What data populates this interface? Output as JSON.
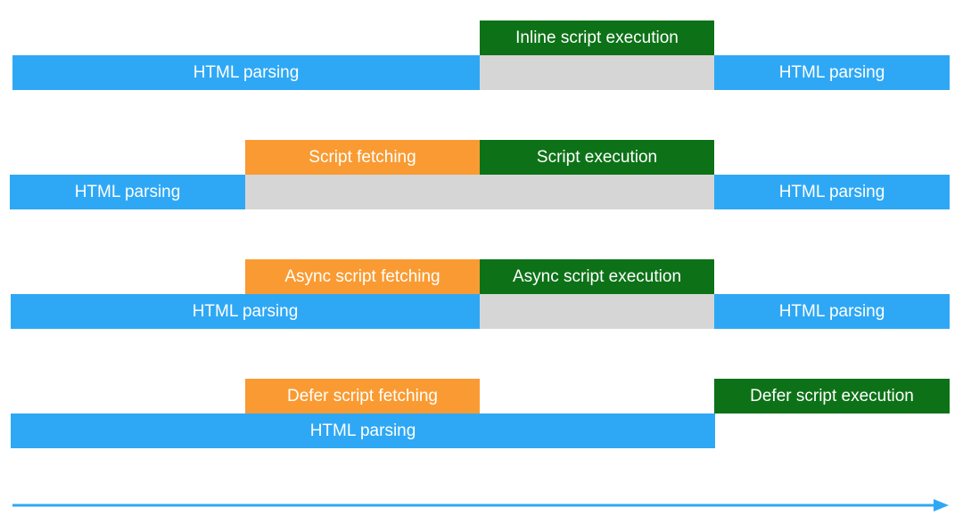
{
  "rows": [
    {
      "name": "inline",
      "top_bars": [
        {
          "label": "Inline script execution",
          "kind": "exec"
        }
      ],
      "bottom_bars": [
        {
          "label": "HTML parsing",
          "kind": "parse"
        },
        {
          "label": "",
          "kind": "wait"
        },
        {
          "label": "HTML parsing",
          "kind": "parse"
        }
      ]
    },
    {
      "name": "blocking",
      "top_bars": [
        {
          "label": "Script fetching",
          "kind": "fetch"
        },
        {
          "label": "Script execution",
          "kind": "exec"
        }
      ],
      "bottom_bars": [
        {
          "label": "HTML parsing",
          "kind": "parse"
        },
        {
          "label": "",
          "kind": "wait"
        },
        {
          "label": "HTML parsing",
          "kind": "parse"
        }
      ]
    },
    {
      "name": "async",
      "top_bars": [
        {
          "label": "Async script fetching",
          "kind": "fetch"
        },
        {
          "label": "Async script execution",
          "kind": "exec"
        }
      ],
      "bottom_bars": [
        {
          "label": "HTML parsing",
          "kind": "parse"
        },
        {
          "label": "",
          "kind": "wait"
        },
        {
          "label": "HTML parsing",
          "kind": "parse"
        }
      ]
    },
    {
      "name": "defer",
      "top_bars": [
        {
          "label": "Defer script fetching",
          "kind": "fetch"
        },
        {
          "label": "Defer script execution",
          "kind": "exec"
        }
      ],
      "bottom_bars": [
        {
          "label": "HTML parsing",
          "kind": "parse"
        }
      ]
    }
  ],
  "colors": {
    "parsing": "#2ea8f5",
    "fetching": "#f99b32",
    "execution": "#0d7217",
    "blocked": "#d6d6d6",
    "arrow": "#2ea8f5"
  }
}
